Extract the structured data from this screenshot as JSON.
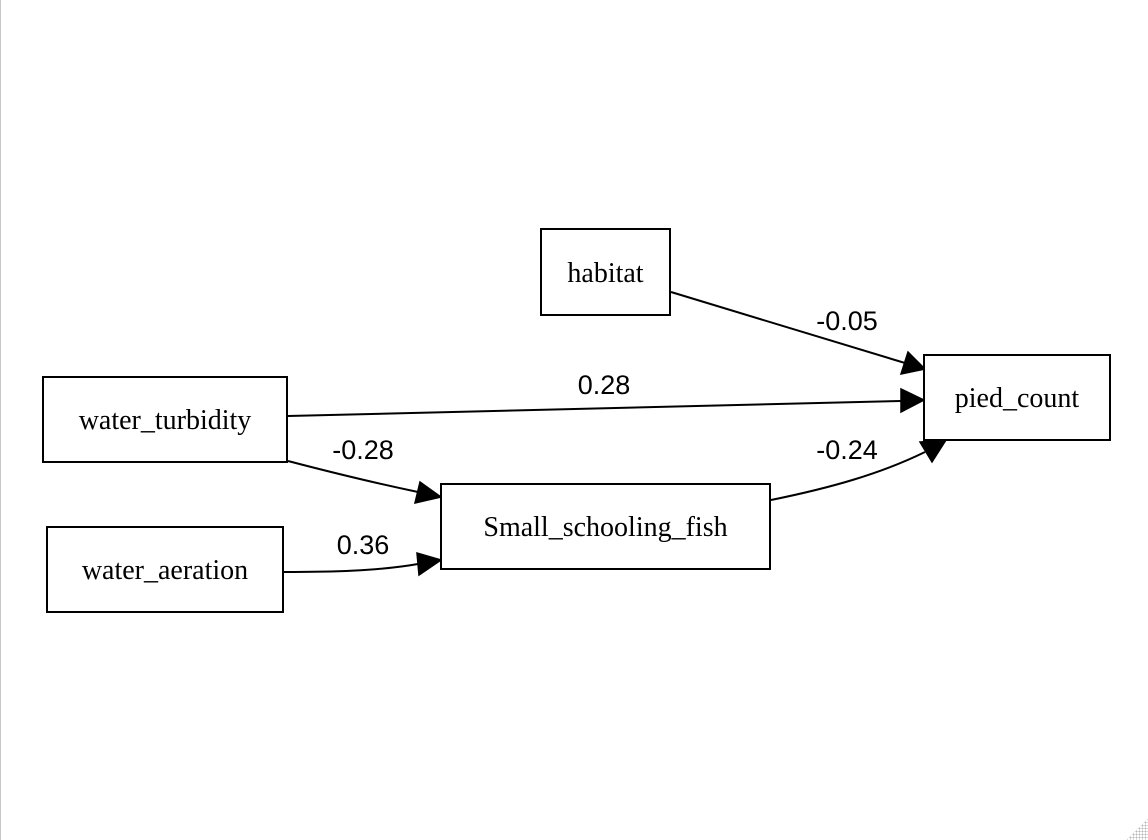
{
  "nodes": {
    "habitat": "habitat",
    "water_turbidity": "water_turbidity",
    "water_aeration": "water_aeration",
    "small_schooling_fish": "Small_schooling_fish",
    "pied_count": "pied_count"
  },
  "edges": [
    {
      "from": "habitat",
      "to": "pied_count",
      "label": "-0.05"
    },
    {
      "from": "water_turbidity",
      "to": "pied_count",
      "label": "0.28"
    },
    {
      "from": "water_turbidity",
      "to": "small_schooling_fish",
      "label": "-0.28"
    },
    {
      "from": "water_aeration",
      "to": "small_schooling_fish",
      "label": "0.36"
    },
    {
      "from": "small_schooling_fish",
      "to": "pied_count",
      "label": "-0.24"
    }
  ]
}
